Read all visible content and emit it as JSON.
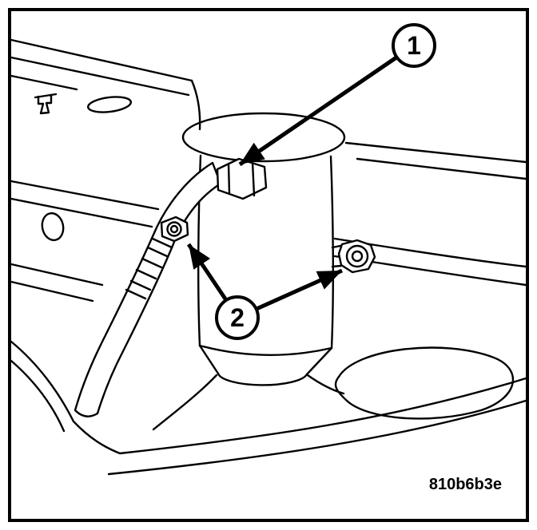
{
  "figure": {
    "code": "810b6b3e",
    "callouts": [
      {
        "label": "1"
      },
      {
        "label": "2"
      }
    ]
  }
}
